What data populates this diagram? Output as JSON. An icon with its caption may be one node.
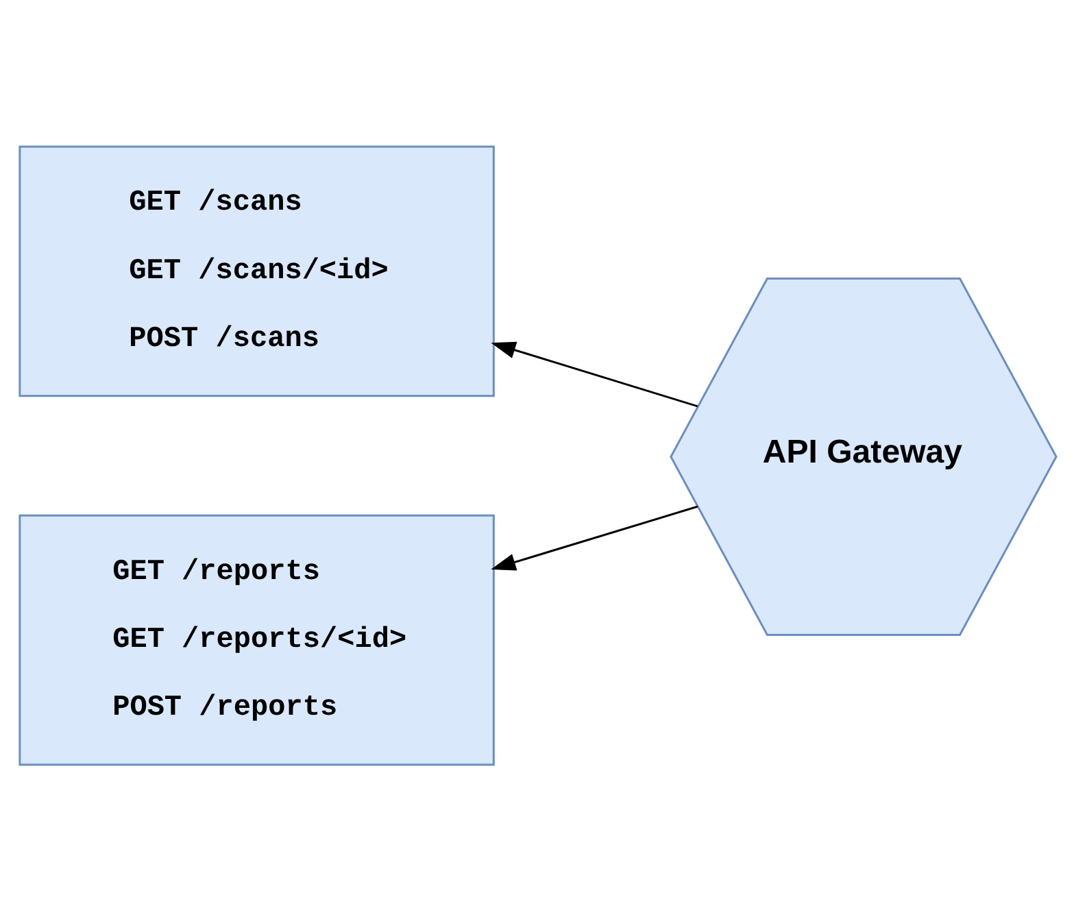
{
  "diagram": {
    "nodes": [
      {
        "text": [
          "GET /scans",
          "GET /scans/<id>",
          "POST /scans"
        ]
      },
      {
        "text": [
          "GET /reports",
          "GET /reports/<id>",
          "POST /reports"
        ]
      },
      {
        "text": [
          "API Gateway"
        ]
      }
    ],
    "edges": [
      {
        "from": 2,
        "to": 0,
        "arrow": "to"
      },
      {
        "from": 2,
        "to": 1,
        "arrow": "to"
      }
    ]
  }
}
